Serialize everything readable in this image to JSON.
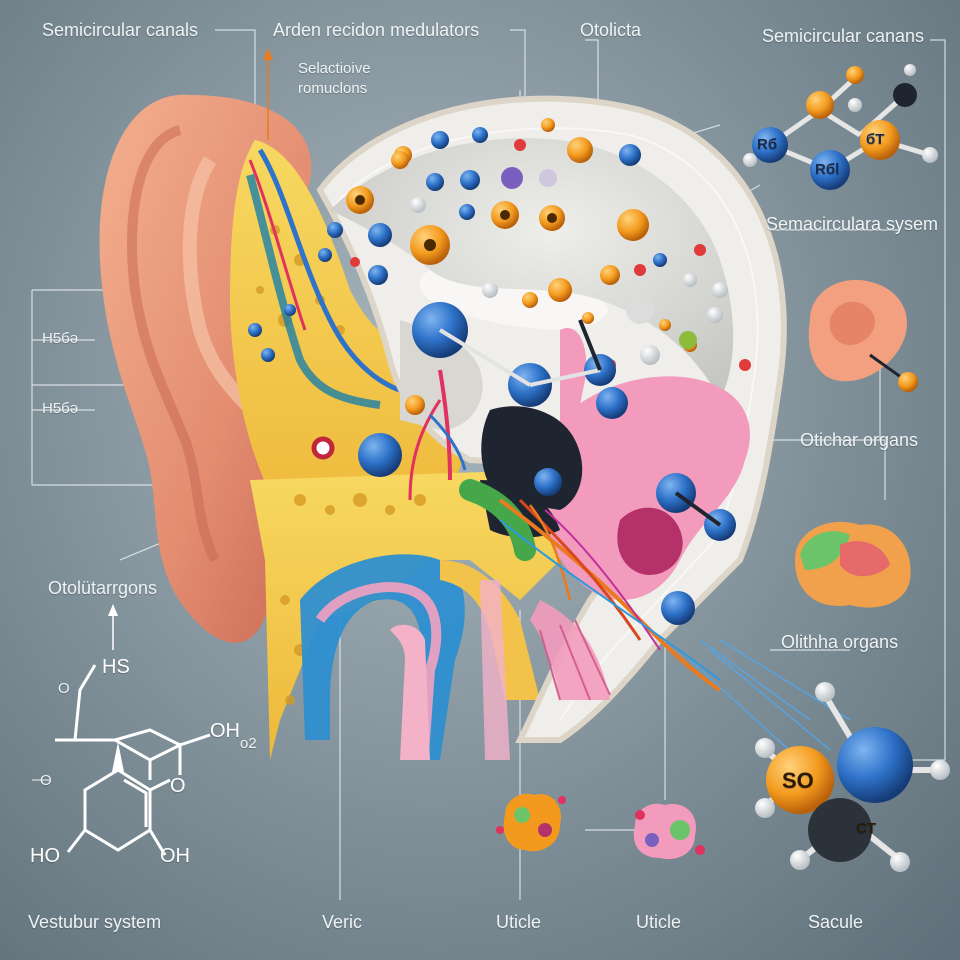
{
  "labels": {
    "top_left": "Semicircular canals",
    "top_center": "Arden recidon medulators",
    "selective_line1": "Selactioive",
    "selective_line2": "romuclons",
    "otolicta": "Otolicta",
    "top_right": "Semicircular canans",
    "semacircular_system": "Semacircularа sysem",
    "otichar_organs": "Otichar organs",
    "olithha_organs": "Olithha organs",
    "otoliter_organs": "Otolütarrgons",
    "left_h1": "H5бә",
    "left_h2": "H5бә",
    "molecule_top_left": "Rб",
    "molecule_top_mid": "Rбl",
    "molecule_top_right": "бT",
    "molecule_bottom_left": "SO",
    "molecule_bottom_right": "CT",
    "chem_hs": "HS",
    "chem_oh_top": "OH",
    "chem_oh_sub": "o2",
    "chem_o_ring": "O",
    "chem_o_left": "O",
    "chem_o_small": "O",
    "chem_ho": "HO",
    "chem_oh_bottom": "OH",
    "bottom_vestibular": "Vestubur system",
    "bottom_veric": "Veric",
    "bottom_uticle1": "Uticle",
    "bottom_uticle2": "Uticle",
    "bottom_sacule": "Sacule"
  },
  "colors": {
    "background": "#7f8f98",
    "ear_skin": "#e8977c",
    "bone": "#f3cf4a",
    "cochlea_pink": "#f29bbd",
    "sphere_blue": "#2e72c9",
    "sphere_orange": "#f39a1e",
    "leader_line": "#e6ecef"
  },
  "icons": [
    "ear-illustration",
    "molecule-icon",
    "chemical-structure",
    "cell-cluster-icon",
    "arrow-up-icon"
  ]
}
